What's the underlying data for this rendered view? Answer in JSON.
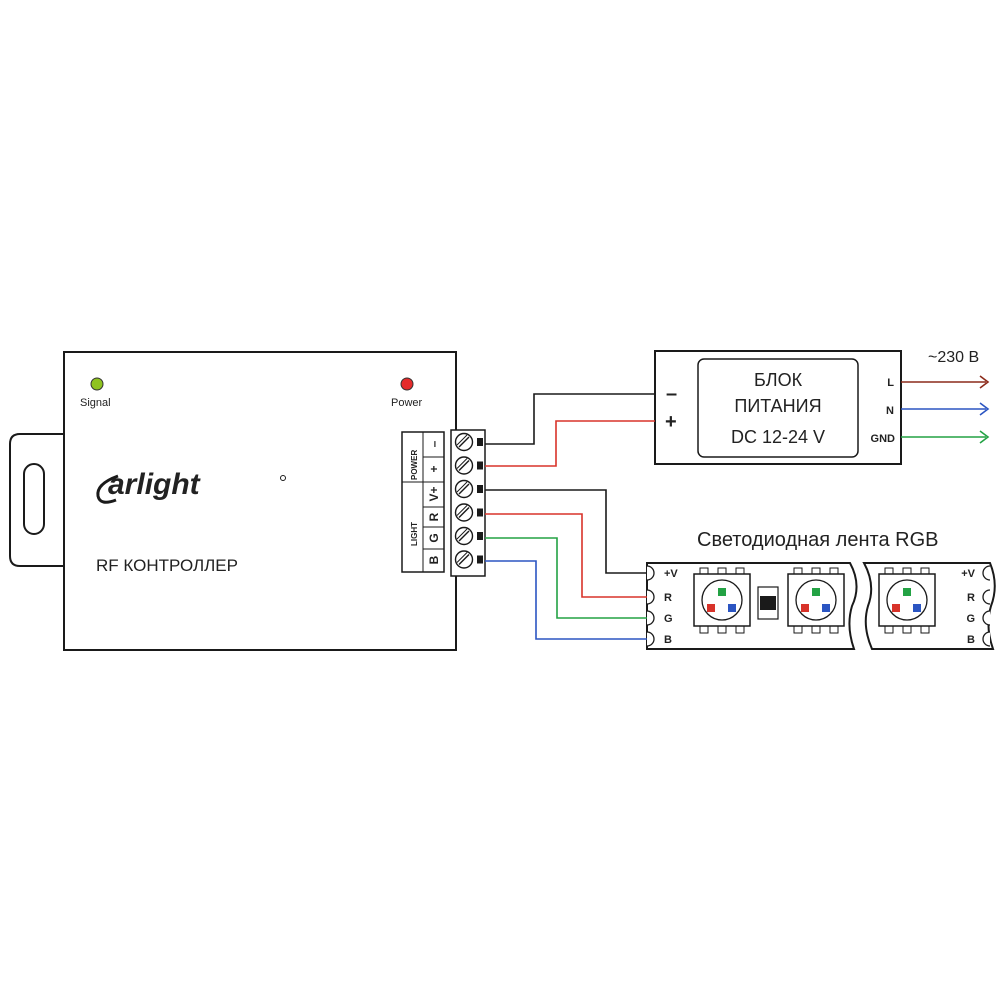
{
  "controller": {
    "signal_label": "Signal",
    "power_label": "Power",
    "brand": "arlight",
    "title": "RF КОНТРОЛЛЕР",
    "terminal_group_power": "POWER",
    "terminal_group_light": "LIGHT",
    "terminals": [
      "–",
      "+",
      "V+",
      "R",
      "G",
      "B"
    ],
    "led_colors": {
      "signal": "#8fc31f",
      "power": "#e52b2b"
    }
  },
  "power_supply": {
    "line1": "БЛОК",
    "line2": "ПИТАНИЯ",
    "line3": "DC 12-24 V",
    "out_minus": "–",
    "out_plus": "+",
    "in_labels": [
      "L",
      "N",
      "GND"
    ],
    "mains_label": "~230 В"
  },
  "strip": {
    "title": "Светодиодная лента RGB",
    "pins": [
      "+V",
      "R",
      "G",
      "B"
    ]
  },
  "wire_colors": {
    "black": "#1a1a1a",
    "red": "#d8332a",
    "green": "#23a244",
    "blue": "#2b55c2",
    "brown": "#8b2a1a"
  }
}
